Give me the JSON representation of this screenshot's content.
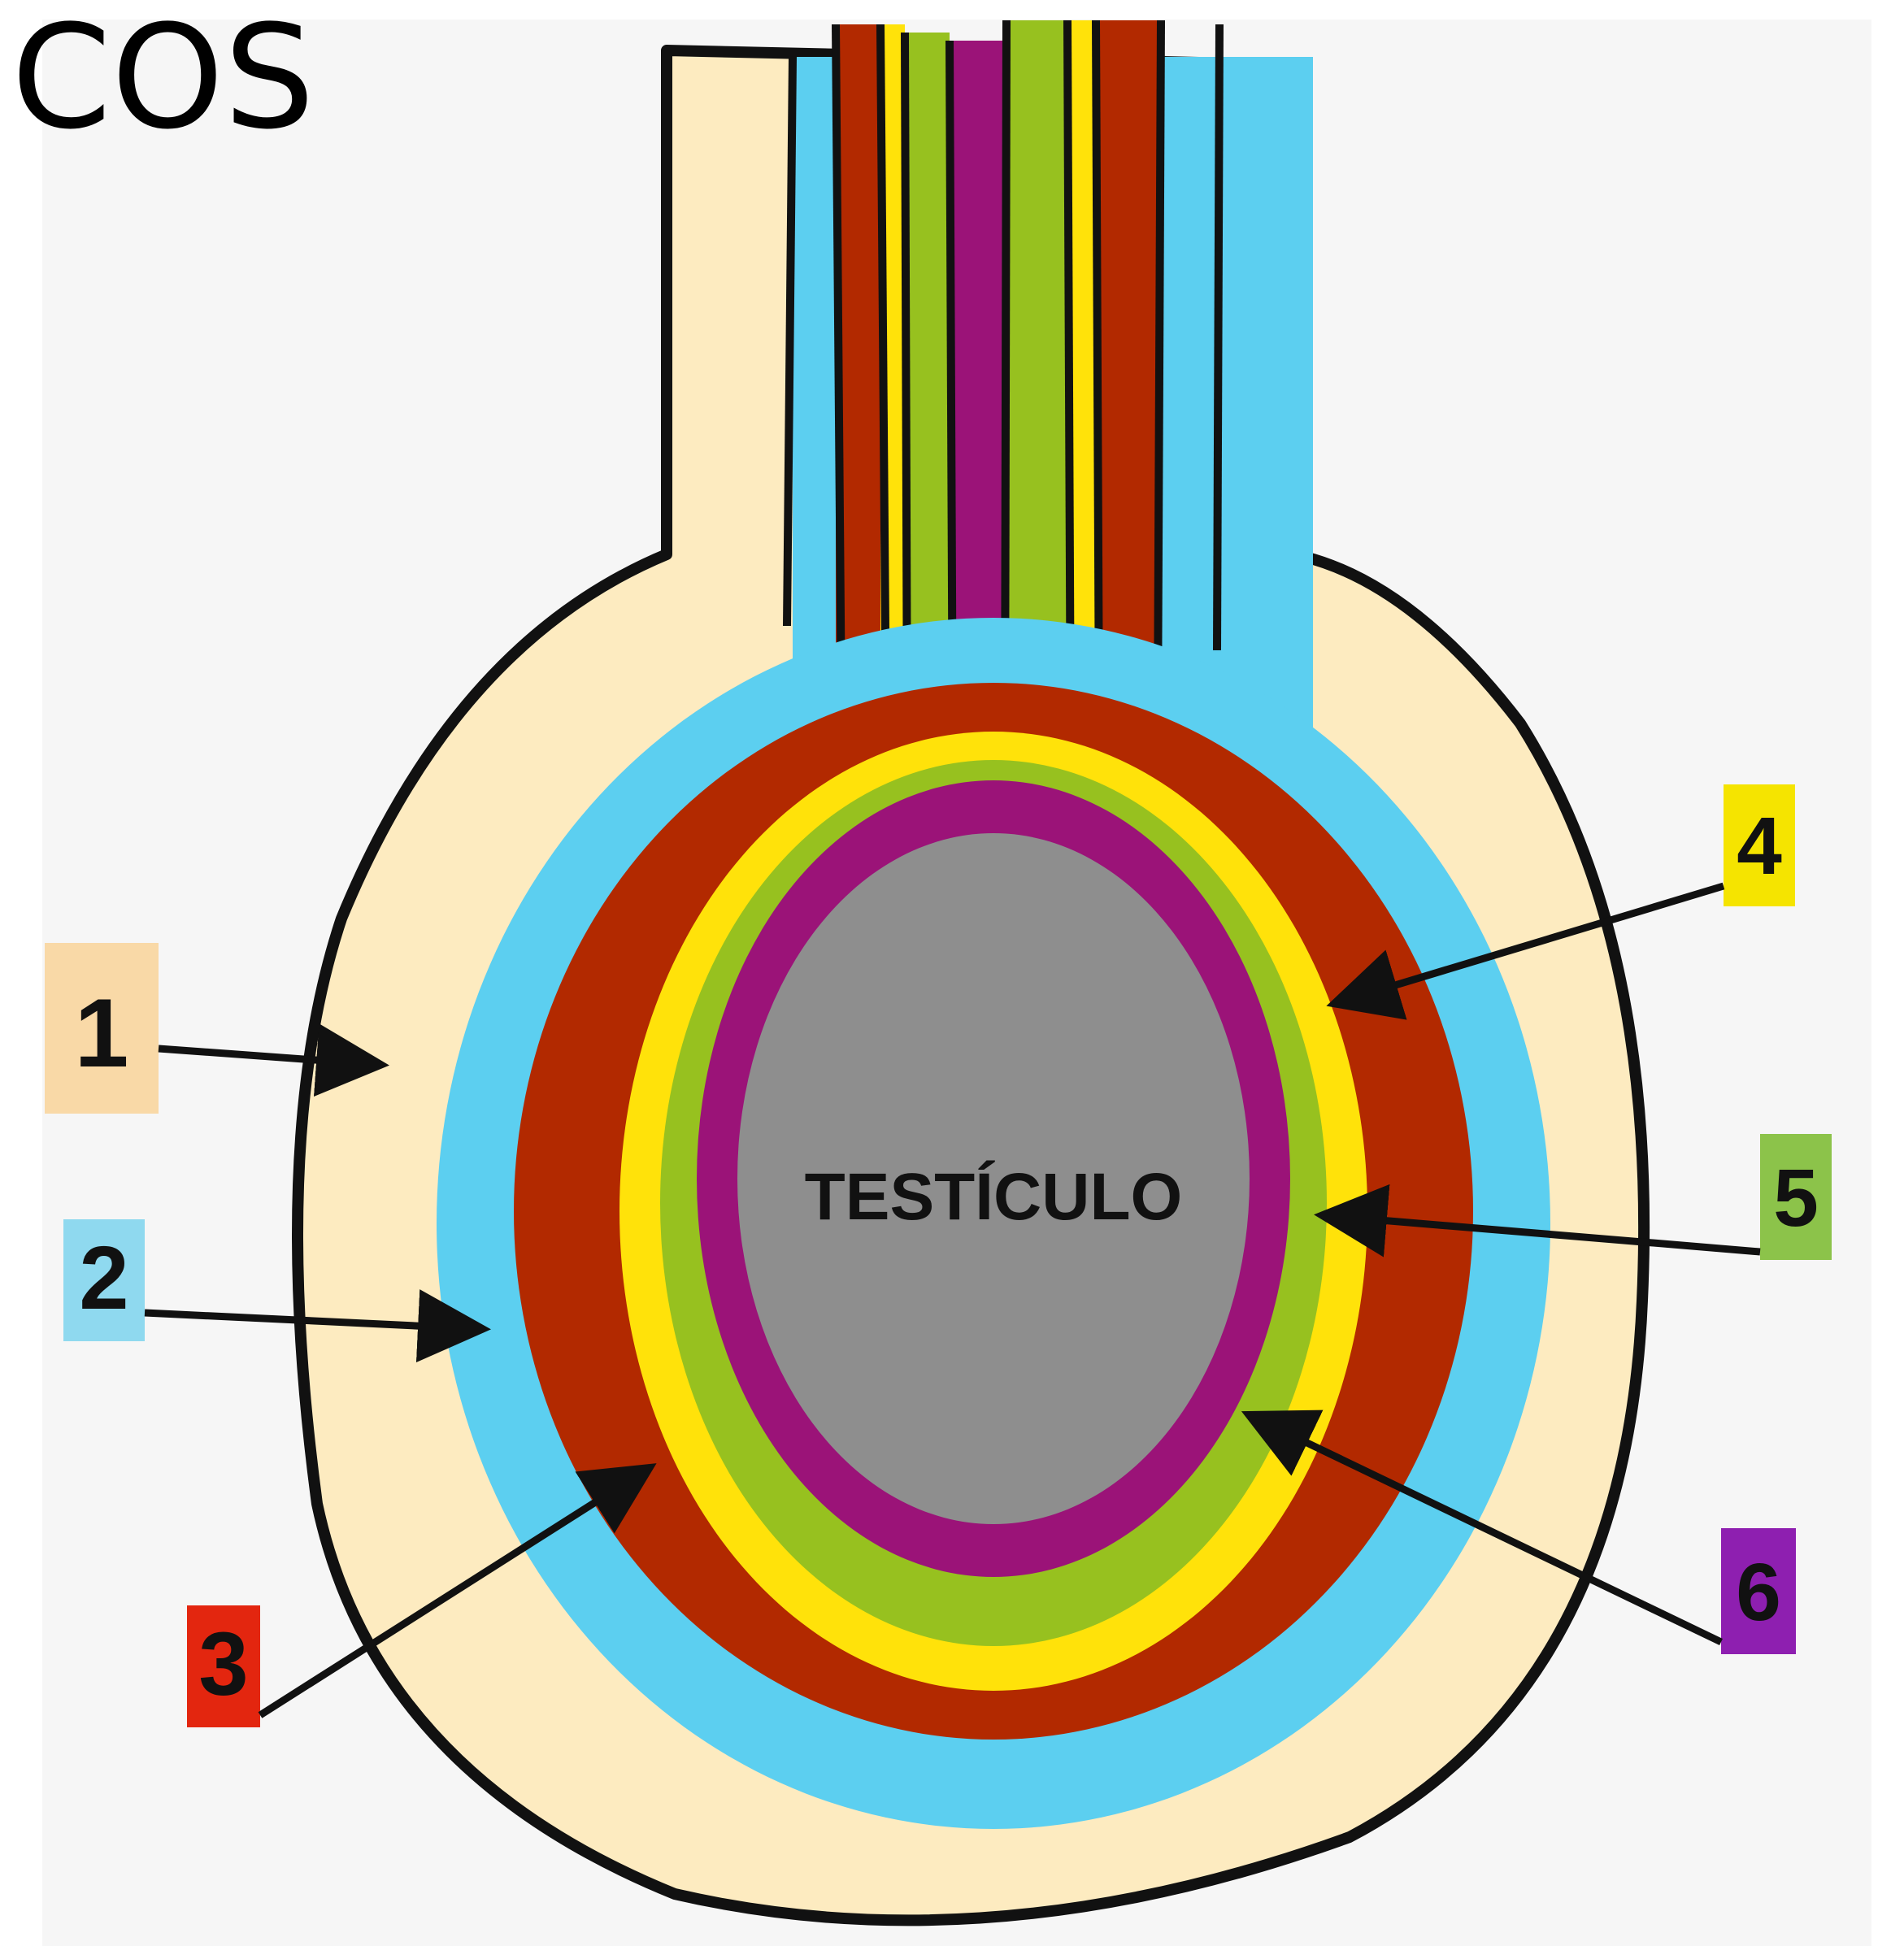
{
  "heading": "COS",
  "center_label": "TESTÍCULO",
  "layers": [
    {
      "number": "1",
      "color": "#fdebc0",
      "side": "left"
    },
    {
      "number": "2",
      "color": "#8fd9ef",
      "side": "left"
    },
    {
      "number": "3",
      "color": "#b52a00",
      "side": "left"
    },
    {
      "number": "4",
      "color": "#f5e400",
      "side": "right"
    },
    {
      "number": "5",
      "color": "#8cc34a",
      "side": "right"
    },
    {
      "number": "6",
      "color": "#8e1fb0",
      "side": "right"
    }
  ],
  "band_colors": {
    "skin": "#fdebc0",
    "blue": "#5ccff0",
    "red": "#b22900",
    "yellow": "#ffe20a",
    "green": "#97c11f",
    "purple": "#9b1378",
    "testis": "#8e8e8e"
  }
}
